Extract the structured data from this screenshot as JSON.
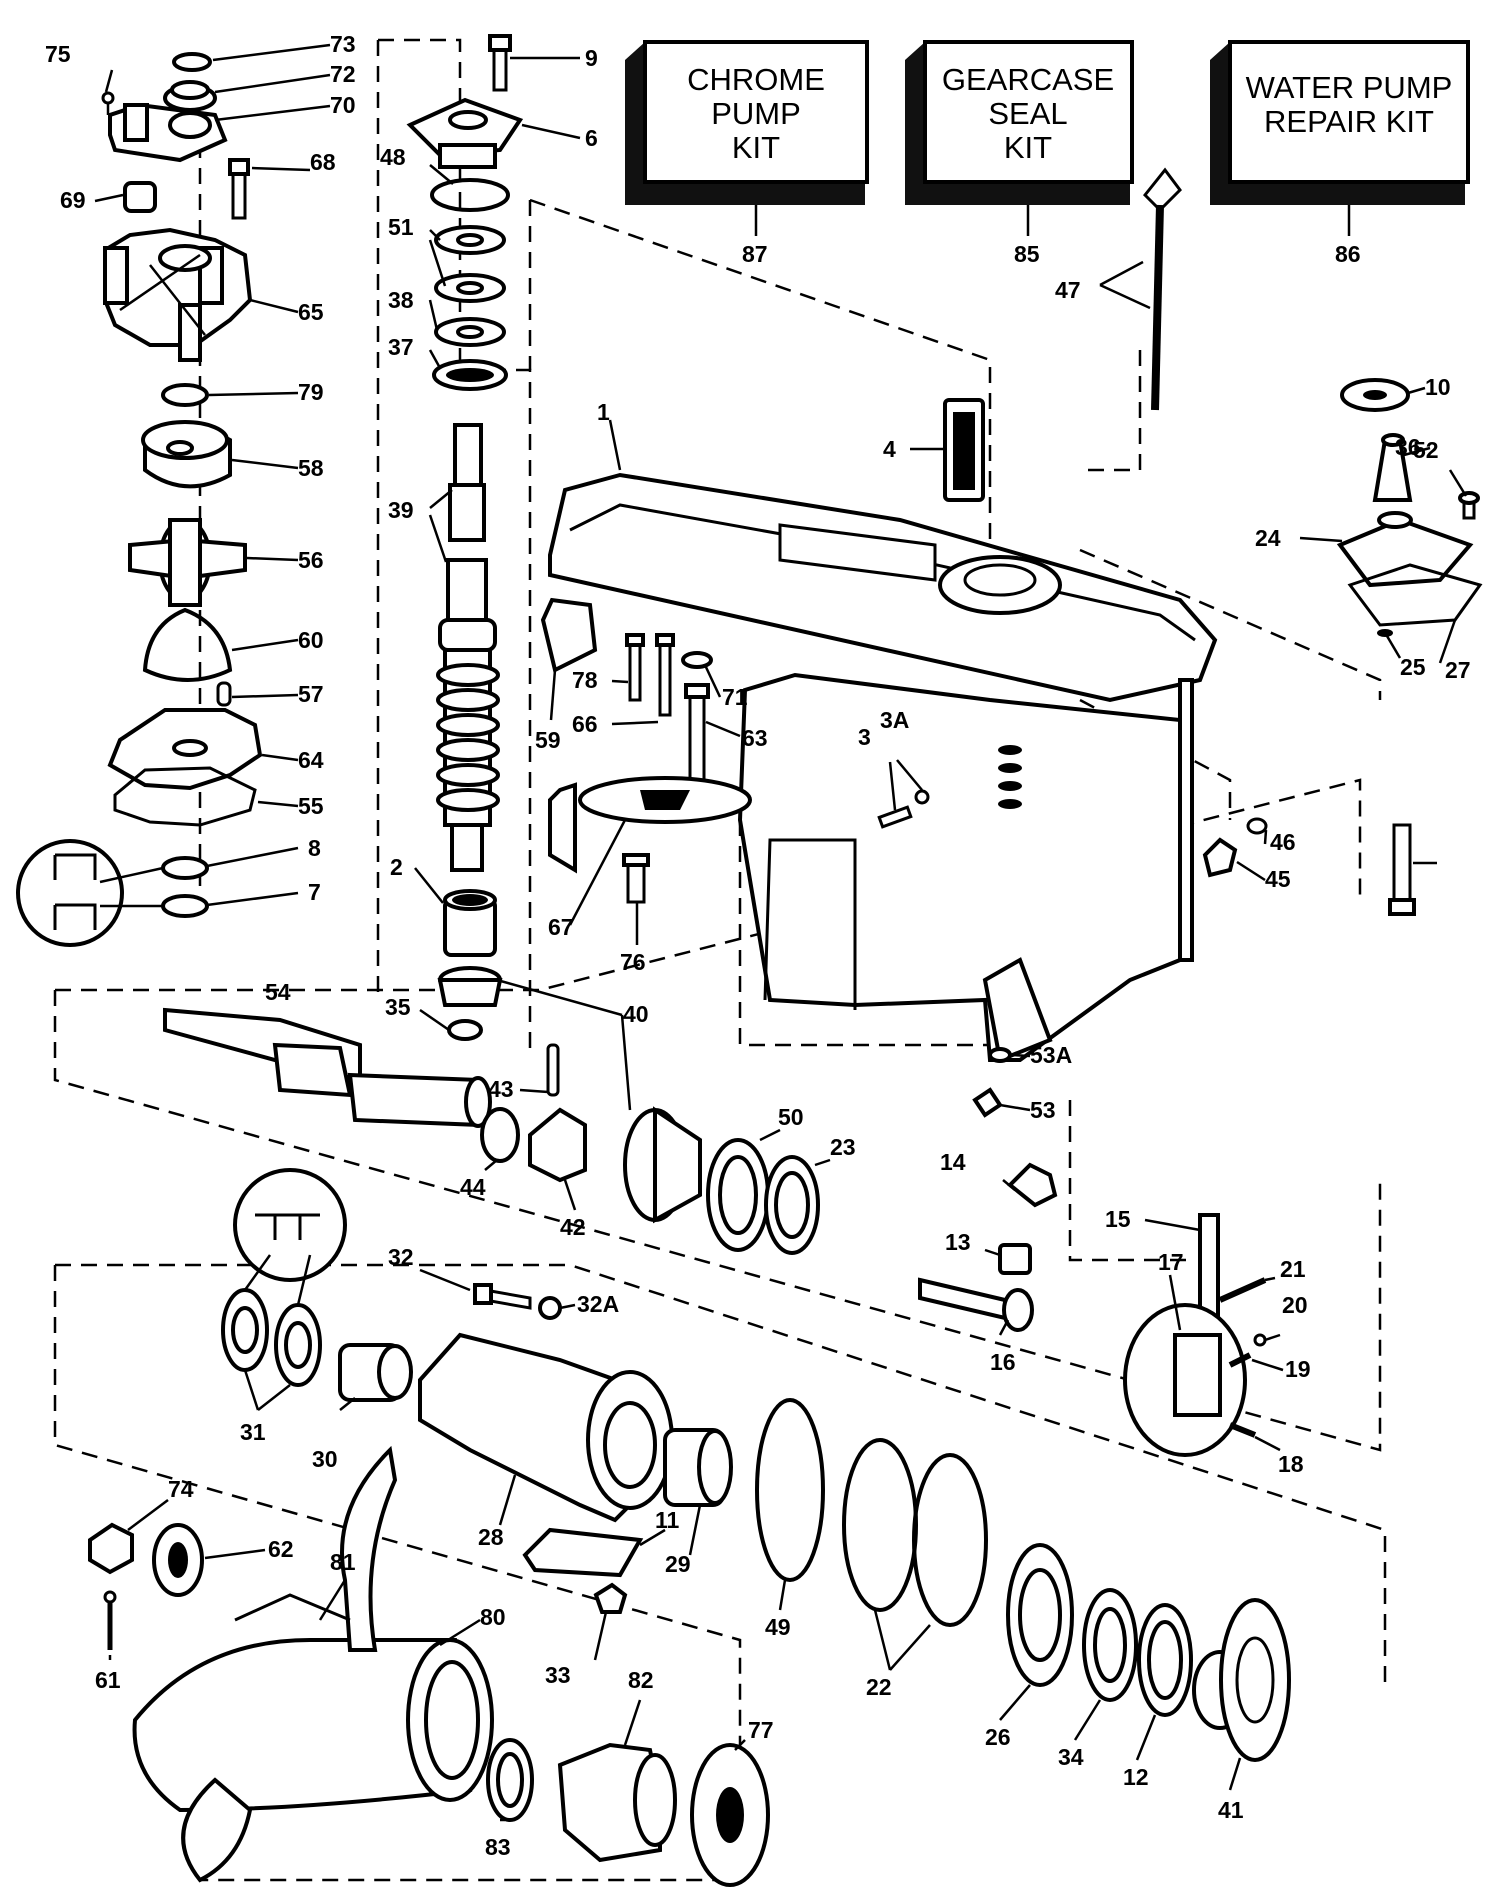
{
  "kits": [
    {
      "id": "chrome-pump-kit",
      "lines": [
        "CHROME",
        "PUMP",
        "KIT"
      ],
      "number": "87"
    },
    {
      "id": "gearcase-seal-kit",
      "lines": [
        "GEARCASE",
        "SEAL",
        "KIT"
      ],
      "number": "85"
    },
    {
      "id": "water-pump-repair-kit",
      "lines": [
        "WATER PUMP",
        "REPAIR KIT"
      ],
      "number": "86"
    }
  ],
  "callouts": [
    "75",
    "73",
    "72",
    "70",
    "69",
    "68",
    "65",
    "79",
    "58",
    "56",
    "60",
    "57",
    "64",
    "55",
    "8",
    "7",
    "9",
    "6",
    "48",
    "51",
    "38",
    "37",
    "39",
    "2",
    "35",
    "54",
    "40",
    "1",
    "4",
    "47",
    "10",
    "36",
    "52",
    "24",
    "25",
    "27",
    "59",
    "78",
    "66",
    "71",
    "63",
    "3A",
    "3",
    "67",
    "76",
    "46",
    "45",
    "53A",
    "53",
    "43",
    "44",
    "42",
    "50",
    "23",
    "14",
    "13",
    "15",
    "17",
    "21",
    "20",
    "19",
    "18",
    "16",
    "32",
    "32A",
    "31",
    "30",
    "28",
    "11",
    "29",
    "49",
    "22",
    "26",
    "34",
    "12",
    "41",
    "74",
    "62",
    "81",
    "80",
    "61",
    "33",
    "82",
    "77",
    "83"
  ]
}
